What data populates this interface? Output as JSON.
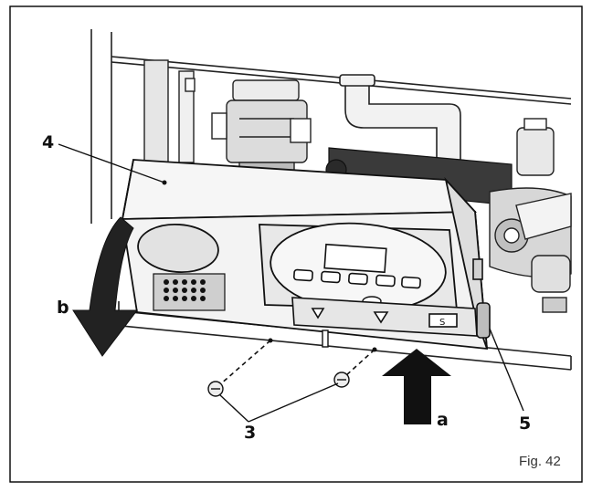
{
  "figure": {
    "caption": "Fig. 42",
    "callouts": {
      "front_panel": "4",
      "rotate_arrow": "b",
      "screws": "3",
      "push_arrow": "a",
      "side_clip": "5"
    }
  },
  "colors": {
    "ink": "#111111",
    "frame": "#000000",
    "panel_fill": "#f4f4f4",
    "shade": "#d9d9d9",
    "dark_part": "#333333"
  }
}
